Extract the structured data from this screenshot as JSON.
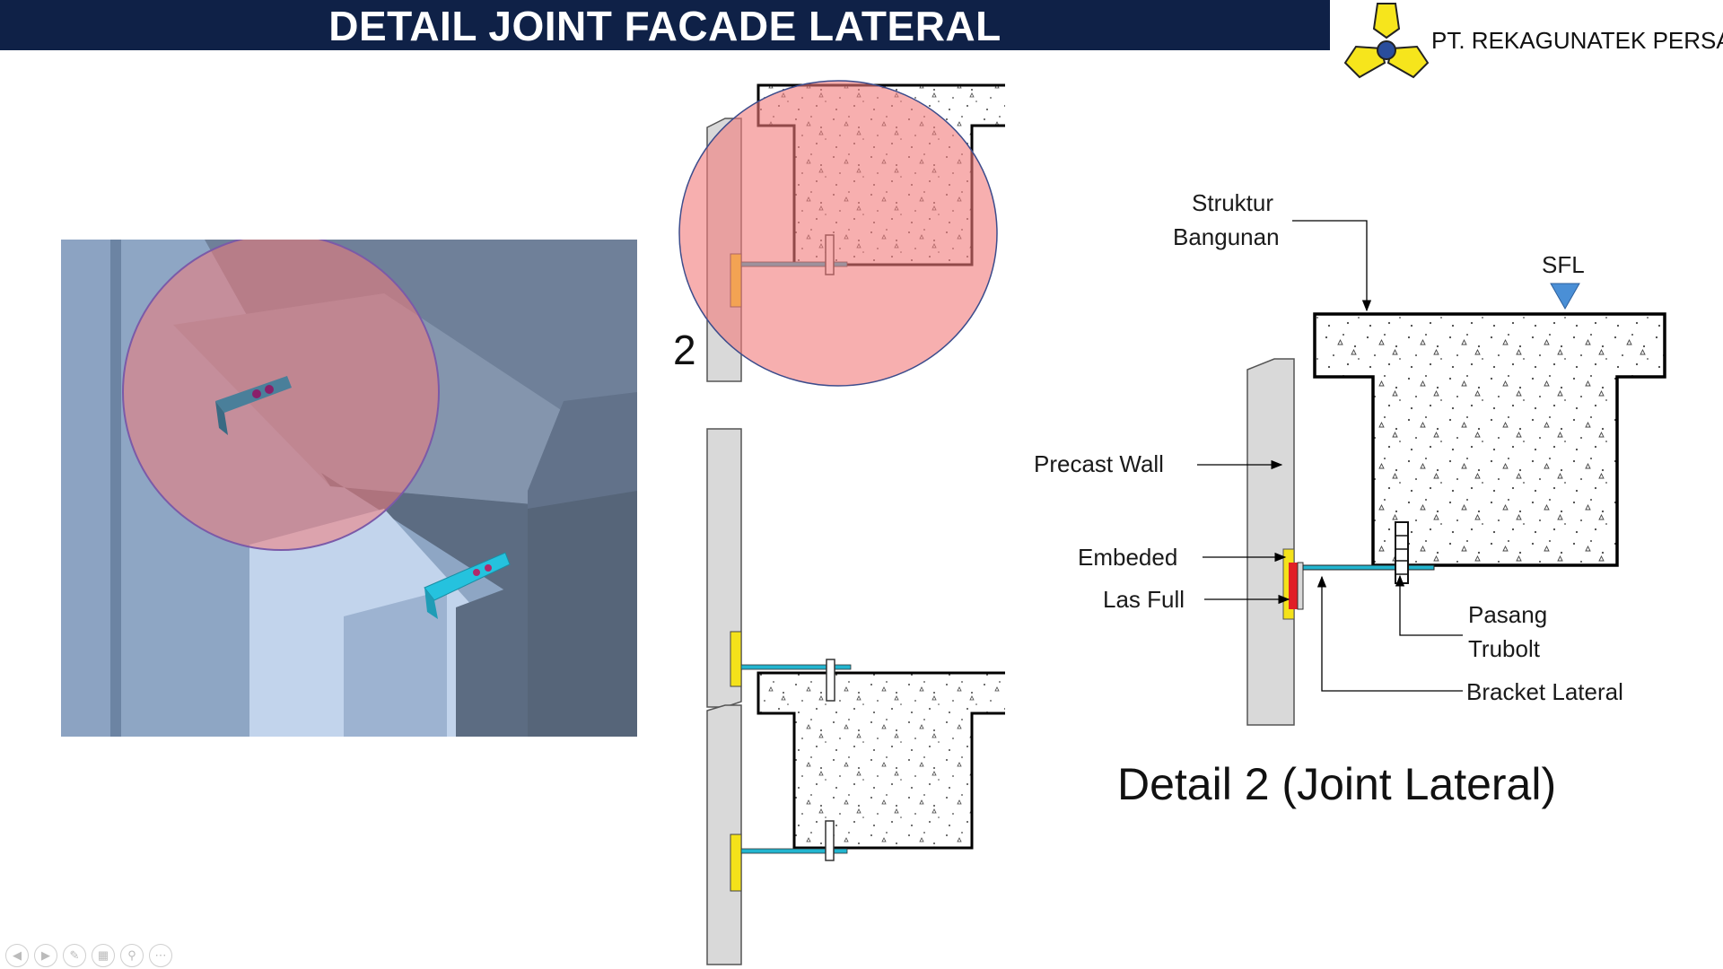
{
  "header": {
    "title": "DETAIL JOINT FACADE LATERAL",
    "company": "PT. REKAGUNATEK PERSADA"
  },
  "callouts": {
    "detail_number": "2",
    "struktur_line1": "Struktur",
    "struktur_line2": "Bangunan",
    "sfl": "SFL",
    "precast_wall": "Precast Wall",
    "embeded": "Embeded",
    "las_full": "Las Full",
    "pasang_line1": "Pasang",
    "pasang_line2": "Trubolt",
    "bracket_lateral": "Bracket Lateral"
  },
  "detail_title": "Detail 2 (Joint Lateral)",
  "colors": {
    "header_bg": "#0f2147",
    "highlight_circle": "#f27a7a",
    "bracket_cyan": "#22b5cf",
    "embed_yellow": "#f4e21a",
    "weld_red": "#e11f26",
    "sfl_marker": "#4a8fd6",
    "logo_yellow": "#f6e51c"
  },
  "icons": {
    "logo": "tri-arm-logo",
    "nav": [
      "prev-icon",
      "next-icon",
      "pen-icon",
      "slides-icon",
      "zoom-icon",
      "more-icon"
    ]
  }
}
